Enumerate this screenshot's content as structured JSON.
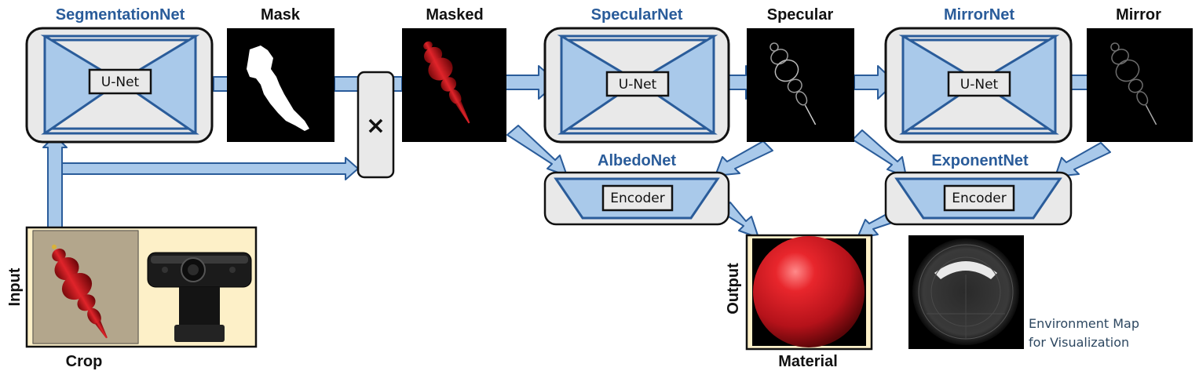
{
  "colors": {
    "accent_blue": "#2a5c9a",
    "arrow_fill": "#a9c9ea",
    "arrow_stroke": "#2a5c9a",
    "box_fill": "#e9e9e9",
    "input_bg": "#fdf0c8",
    "image_bg": "#000000",
    "sphere_red": "#c8141a"
  },
  "networks": {
    "segmentation": {
      "title": "SegmentationNet",
      "inner": "U-Net"
    },
    "specular": {
      "title": "SpecularNet",
      "inner": "U-Net"
    },
    "mirror": {
      "title": "MirrorNet",
      "inner": "U-Net"
    },
    "albedo": {
      "title": "AlbedoNet",
      "inner": "Encoder"
    },
    "exponent": {
      "title": "ExponentNet",
      "inner": "Encoder"
    }
  },
  "images": {
    "mask": "Mask",
    "masked": "Masked",
    "specular": "Specular",
    "mirror": "Mirror",
    "crop": "Crop",
    "material": "Material"
  },
  "side_labels": {
    "input": "Input",
    "output": "Output"
  },
  "operator": "×",
  "environment_map": {
    "line1": "Environment Map",
    "line2": "for Visualization"
  },
  "icons": [
    "webcam-icon",
    "ornament-photo",
    "red-sphere-render",
    "environment-map-photo"
  ]
}
